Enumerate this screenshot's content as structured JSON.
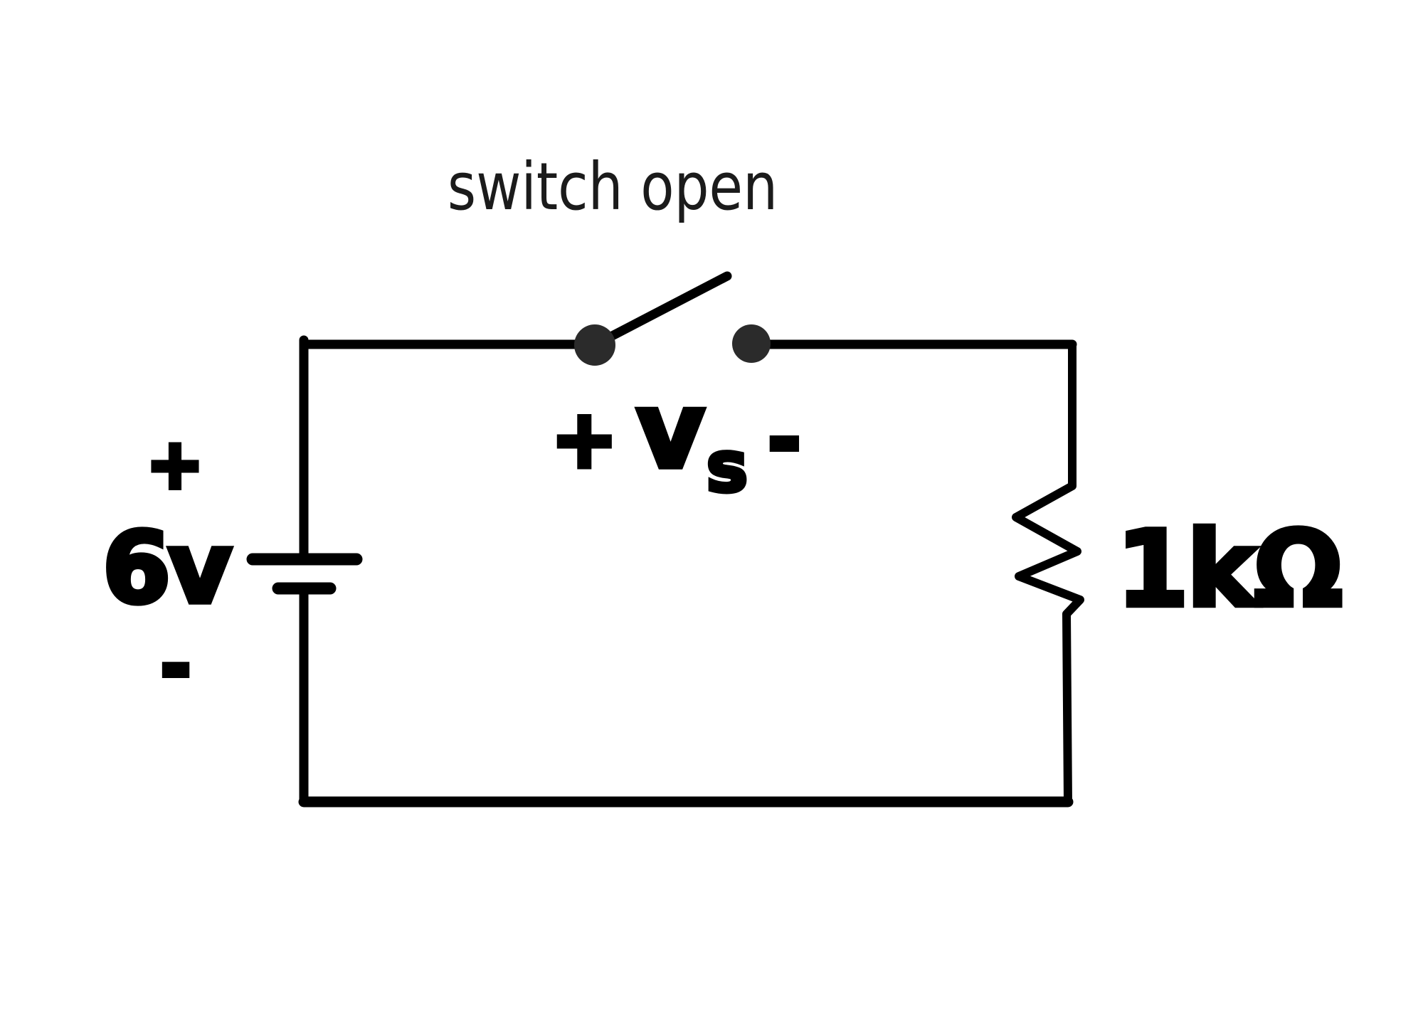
{
  "colors": {
    "background": "#ffffff",
    "line": "#000000",
    "dot": "#2b2b2b",
    "text": "#1b1b1b",
    "heavy_text": "#000000"
  },
  "labels": {
    "switch_state": "switch open",
    "vs_plus": "+",
    "vs_symbol": "v",
    "vs_subscript": "s",
    "vs_minus": "-",
    "battery_plus": "+",
    "battery_voltage": "6v",
    "battery_minus": "-",
    "resistor_value": "1kΩ"
  }
}
